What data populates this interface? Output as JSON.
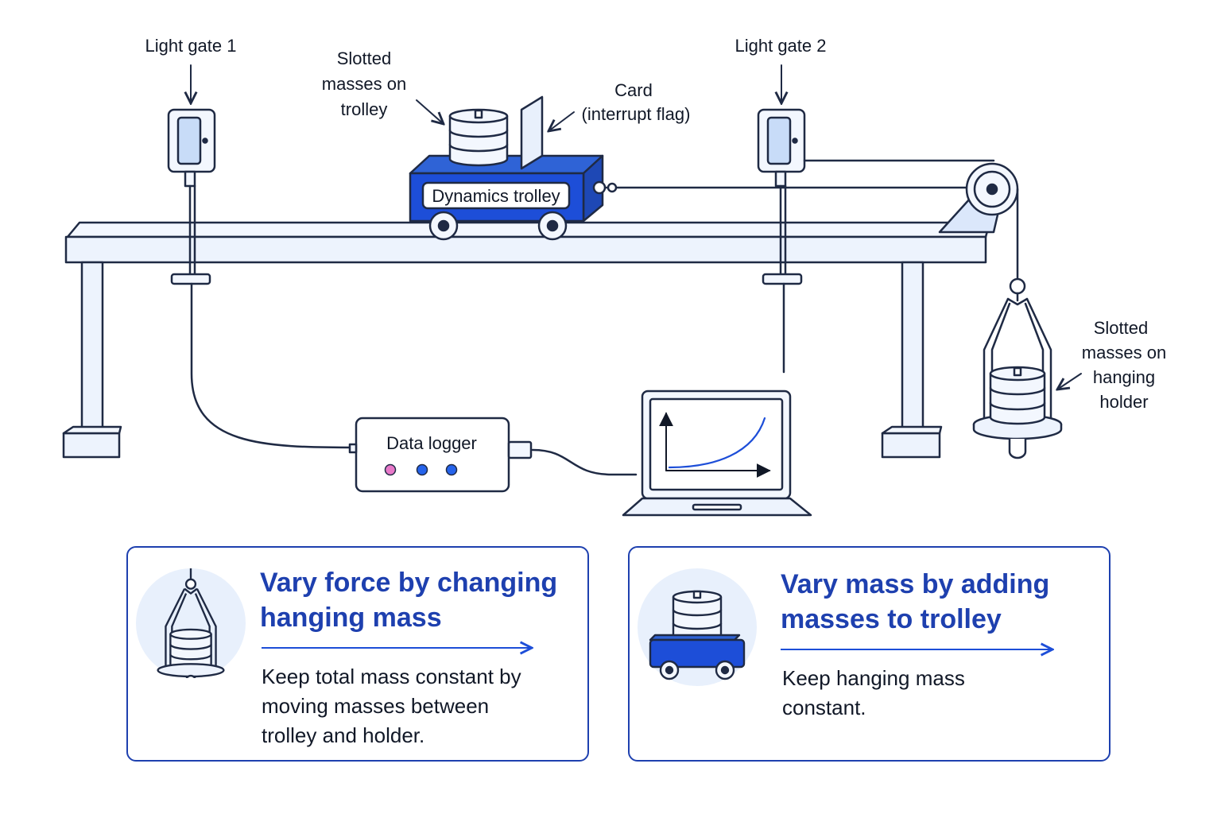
{
  "apparatus": {
    "light_gate_1": "Light gate 1",
    "light_gate_2": "Light gate 2",
    "slotted_masses_trolley": [
      "Slotted",
      "masses on",
      "trolley"
    ],
    "card": [
      "Card",
      "(interrupt flag)"
    ],
    "trolley": "Dynamics trolley",
    "slotted_masses_holder": [
      "Slotted",
      "masses on",
      "hanging",
      "holder"
    ],
    "data_logger": "Data logger"
  },
  "cards": [
    {
      "title": [
        "Vary force by changing",
        "hanging mass"
      ],
      "body": [
        "Keep total mass constant by",
        "moving masses between",
        "trolley and holder."
      ],
      "icon": "hanging-mass-holder-icon"
    },
    {
      "title": [
        "Vary mass by adding",
        "masses to trolley"
      ],
      "body": [
        "Keep hanging mass",
        "constant."
      ],
      "icon": "trolley-with-masses-icon"
    }
  ],
  "colors": {
    "outline": "#1f2a44",
    "accent_blue": "#1d4ed8",
    "light_blue": "#dbe7fb",
    "card_border": "#1e40af",
    "led_pink": "#e879c9",
    "led_blue": "#2563eb"
  }
}
